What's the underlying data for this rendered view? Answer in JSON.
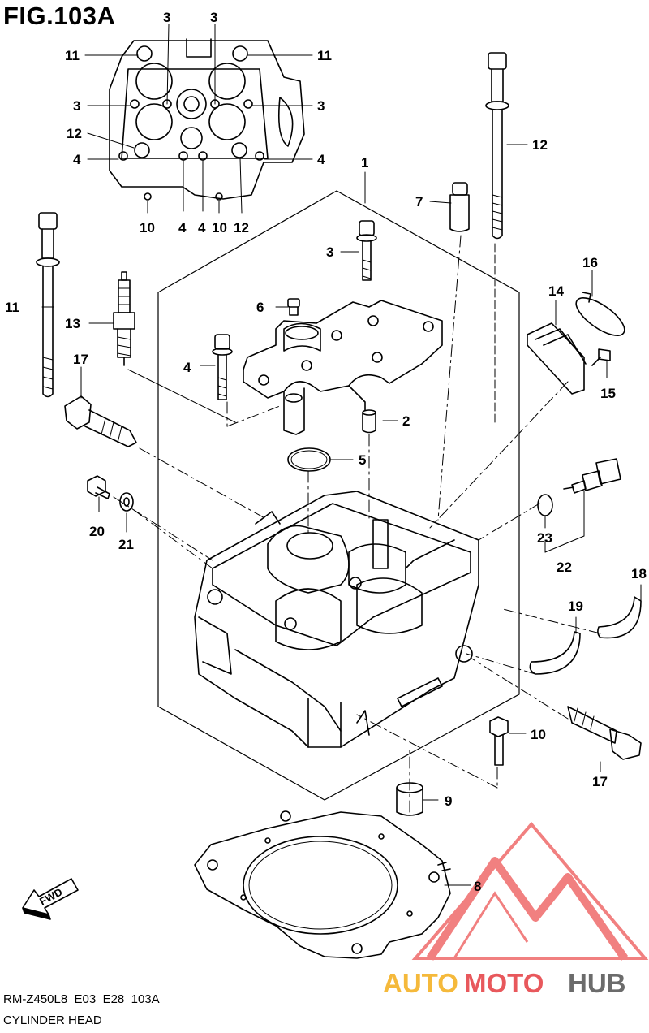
{
  "figure": {
    "title": "FIG.103A",
    "code": "RM-Z450L8_E03_E28_103A",
    "caption": "CYLINDER HEAD",
    "fwd_label": "FWD"
  },
  "watermark": {
    "part1": "AUTO",
    "part2": "MOTO",
    "part3": "HUB",
    "colors": {
      "auto": "#f5b93b",
      "moto": "#e8585c",
      "hub": "#6b6b6b",
      "logo": "#ef6a6a"
    }
  },
  "callouts": [
    "3",
    "3",
    "11",
    "11",
    "3",
    "3",
    "12",
    "4",
    "4",
    "10",
    "4",
    "4",
    "10",
    "12",
    "1",
    "12",
    "7",
    "11",
    "3",
    "16",
    "14",
    "6",
    "13",
    "4",
    "17",
    "15",
    "2",
    "5",
    "20",
    "21",
    "23",
    "22",
    "18",
    "19",
    "10",
    "17",
    "9",
    "8"
  ]
}
